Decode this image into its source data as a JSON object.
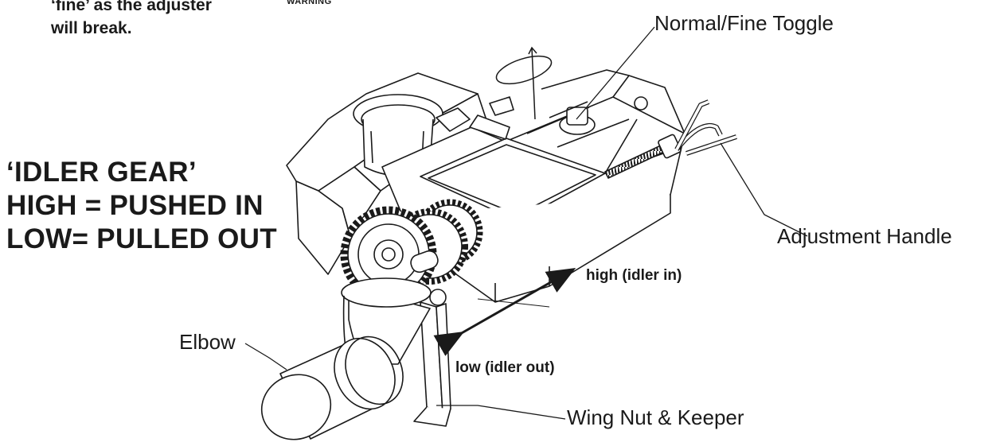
{
  "warning": {
    "line1": "‘fine’ as the adjuster",
    "line2": "will break.",
    "badge": "WARNING"
  },
  "idler_note": {
    "line1": "‘IDLER GEAR’",
    "line2": "HIGH = PUSHED IN",
    "line3": "LOW= PULLED OUT"
  },
  "callouts": {
    "toggle": "Normal/Fine Toggle",
    "handle": "Adjustment Handle",
    "elbow": "Elbow",
    "wingnut": "Wing Nut & Keeper"
  },
  "arrows": {
    "high": "high (idler in)",
    "low": "low (idler out)"
  },
  "colors": {
    "ink": "#1a1a1a",
    "background": "#ffffff"
  }
}
